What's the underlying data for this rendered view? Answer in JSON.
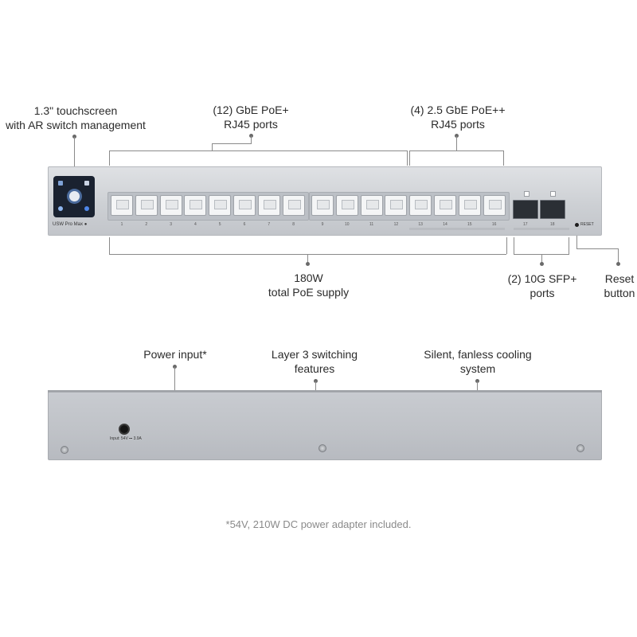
{
  "callouts": {
    "touchscreen": [
      "1.3\" touchscreen",
      "with AR switch management"
    ],
    "gbe_ports": [
      "(12) GbE PoE+",
      "RJ45 ports"
    ],
    "gbe25_ports": [
      "(4) 2.5 GbE PoE++",
      "RJ45 ports"
    ],
    "poe_supply": [
      "180W",
      "total PoE supply"
    ],
    "sfp_ports": [
      "(2) 10G SFP+",
      "ports"
    ],
    "reset_button": [
      "Reset",
      "button"
    ],
    "power_input": [
      "Power input*"
    ],
    "layer3": [
      "Layer 3 switching",
      "features"
    ],
    "cooling": [
      "Silent, fanless cooling",
      "system"
    ]
  },
  "front_panel": {
    "model": "USW Pro Max",
    "ports_1_8": [
      "1",
      "2",
      "3",
      "4",
      "5",
      "6",
      "7",
      "8"
    ],
    "ports_9_16": [
      "9",
      "10",
      "11",
      "12",
      "13",
      "14",
      "15",
      "16"
    ],
    "sfp_ports": [
      "17",
      "18"
    ],
    "reset_label": "RESET"
  },
  "back_panel": {
    "power_label": "Input: 54V ⎓ 3.9A"
  },
  "footnote": "*54V, 210W DC power adapter included."
}
